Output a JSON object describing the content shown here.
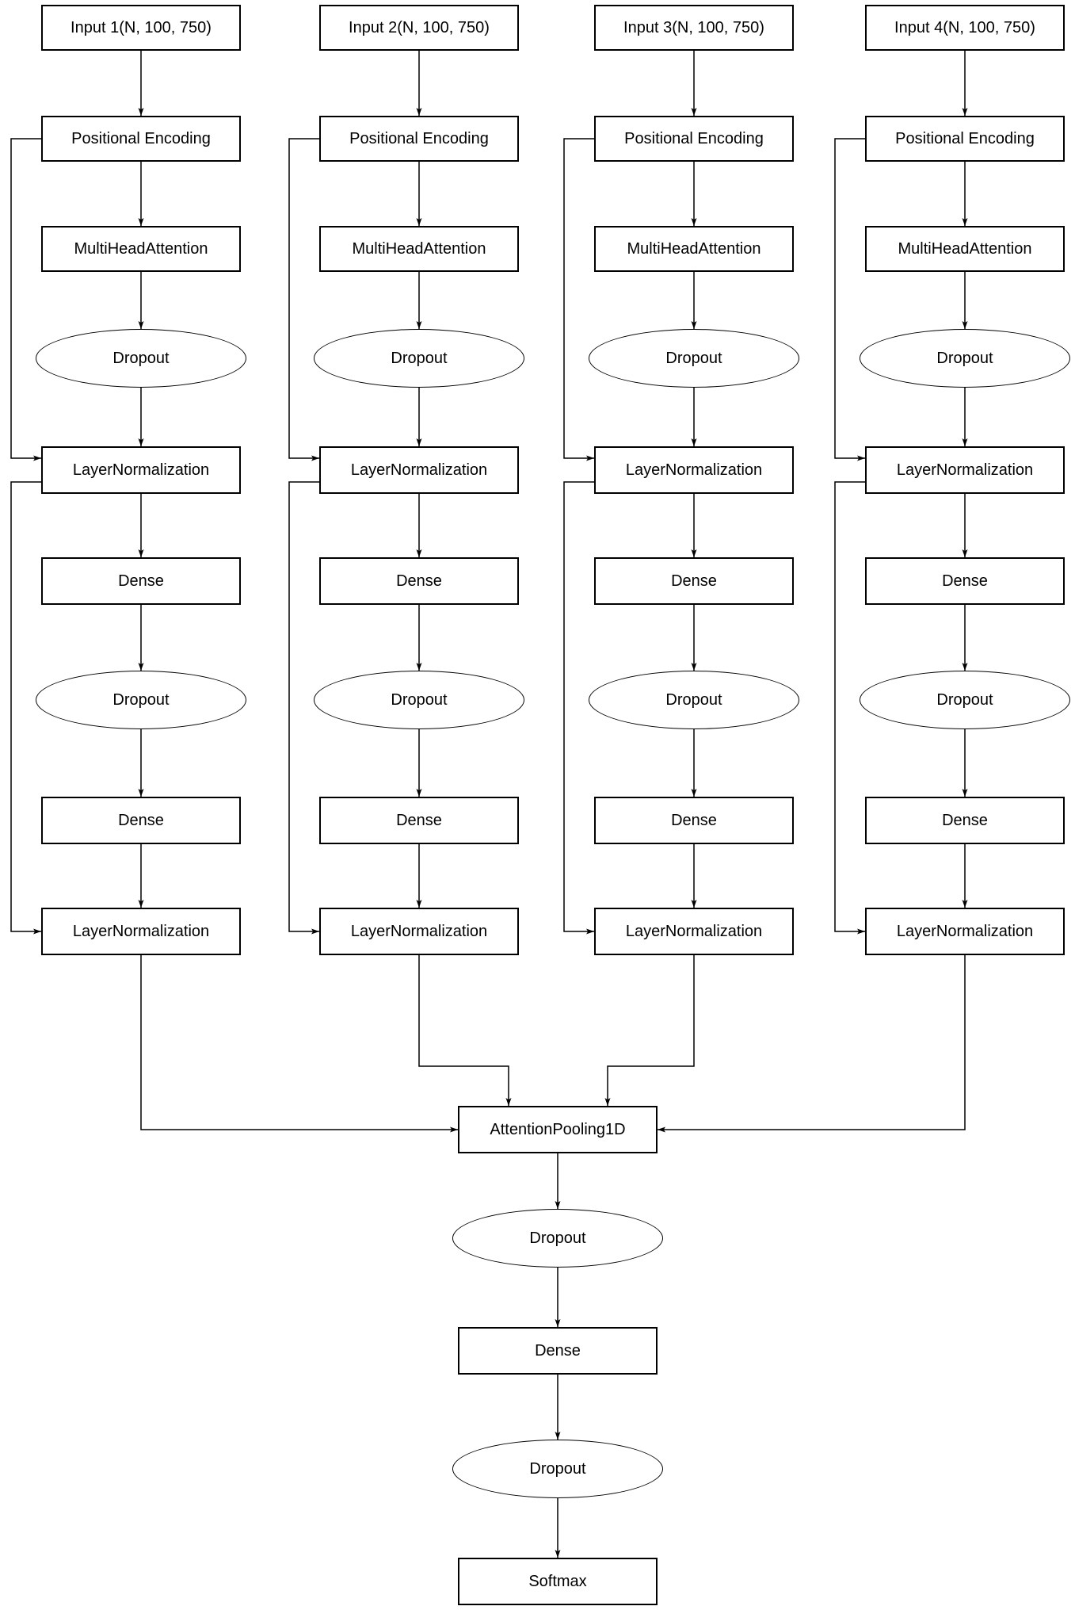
{
  "diagram": {
    "background_color": "#ffffff",
    "stroke_color": "#000000",
    "node_fill_color": "#ffffff",
    "text_color": "#000000",
    "columns": [
      {
        "nodes": {
          "input": "Input 1(N, 100, 750)",
          "positional_encoding": "Positional Encoding",
          "multi_head_attention": "MultiHeadAttention",
          "dropout_1": "Dropout",
          "layer_norm_1": "LayerNormalization",
          "dense_1": "Dense",
          "dropout_2": "Dropout",
          "dense_2": "Dense",
          "layer_norm_2": "LayerNormalization"
        }
      },
      {
        "nodes": {
          "input": "Input 2(N, 100, 750)",
          "positional_encoding": "Positional Encoding",
          "multi_head_attention": "MultiHeadAttention",
          "dropout_1": "Dropout",
          "layer_norm_1": "LayerNormalization",
          "dense_1": "Dense",
          "dropout_2": "Dropout",
          "dense_2": "Dense",
          "layer_norm_2": "LayerNormalization"
        }
      },
      {
        "nodes": {
          "input": "Input 3(N, 100, 750)",
          "positional_encoding": "Positional Encoding",
          "multi_head_attention": "MultiHeadAttention",
          "dropout_1": "Dropout",
          "layer_norm_1": "LayerNormalization",
          "dense_1": "Dense",
          "dropout_2": "Dropout",
          "dense_2": "Dense",
          "layer_norm_2": "LayerNormalization"
        }
      },
      {
        "nodes": {
          "input": "Input 4(N, 100, 750)",
          "positional_encoding": "Positional Encoding",
          "multi_head_attention": "MultiHeadAttention",
          "dropout_1": "Dropout",
          "layer_norm_1": "LayerNormalization",
          "dense_1": "Dense",
          "dropout_2": "Dropout",
          "dense_2": "Dense",
          "layer_norm_2": "LayerNormalization"
        }
      }
    ],
    "merge": {
      "attention_pooling": "AttentionPooling1D",
      "dropout_1": "Dropout",
      "dense": "Dense",
      "dropout_2": "Dropout",
      "softmax": "Softmax"
    },
    "structure_notes": {
      "per_column_flow": [
        "input",
        "positional_encoding",
        "multi_head_attention",
        "dropout_1",
        "layer_norm_1",
        "dense_1",
        "dropout_2",
        "dense_2",
        "layer_norm_2"
      ],
      "skip_connections": [
        "positional_encoding -> layer_norm_1",
        "layer_norm_1 -> layer_norm_2"
      ],
      "merge_flow": [
        "all 4 layer_norm_2 -> attention_pooling",
        "attention_pooling -> dropout_1",
        "dropout_1 -> dense",
        "dense -> dropout_2",
        "dropout_2 -> softmax"
      ]
    }
  }
}
